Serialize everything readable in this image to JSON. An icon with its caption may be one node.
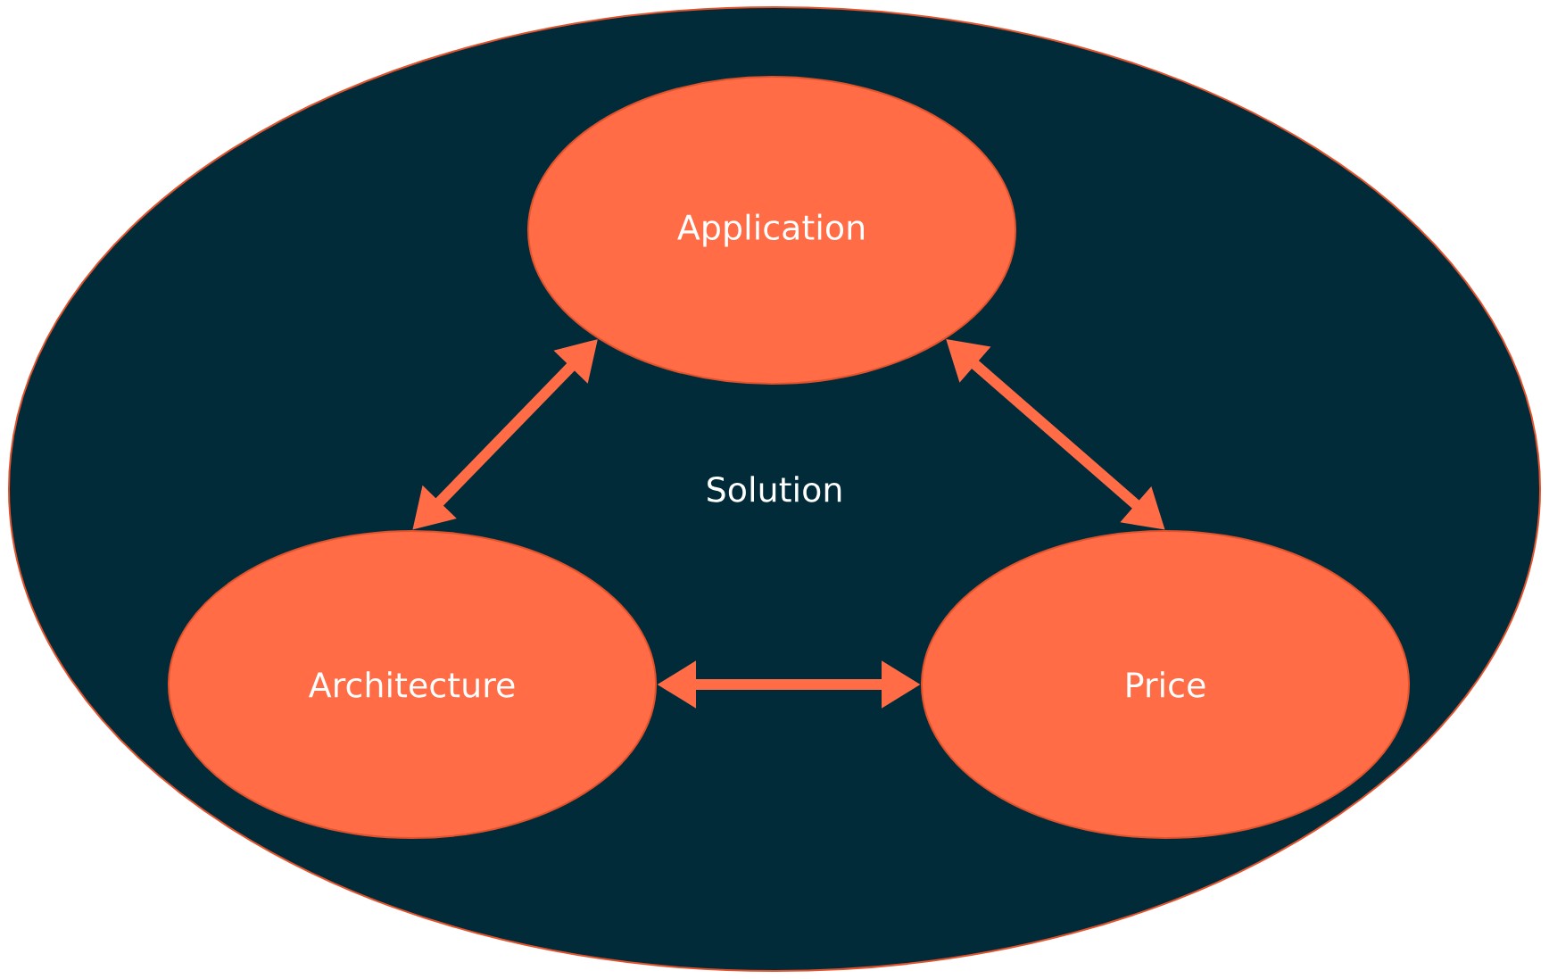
{
  "diagram": {
    "nodes": [
      {
        "text": [
          "Solution"
        ]
      },
      {
        "text": [
          "Application"
        ],
        "in": 0
      },
      {
        "text": [
          "Architecture"
        ],
        "in": 0
      },
      {
        "text": [
          "Price"
        ],
        "in": 0
      }
    ],
    "edges": [
      {
        "from": 2,
        "to": 1,
        "arrow": "both"
      },
      {
        "from": 1,
        "to": 3,
        "arrow": "both"
      },
      {
        "from": 2,
        "to": 3,
        "arrow": "both"
      }
    ]
  }
}
